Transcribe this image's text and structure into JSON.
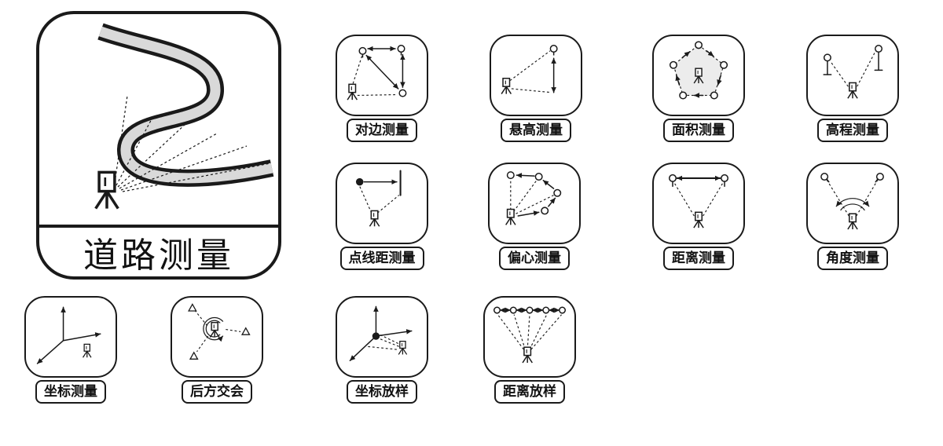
{
  "background": "#ffffff",
  "colors": {
    "ink": "#1a1a1a",
    "road_fill": "#d9d9d9",
    "area_fill": "#ececec"
  },
  "main_tile": {
    "label": "道路测量",
    "icon": "road-survey-icon"
  },
  "tiles": [
    {
      "label": "对边测量",
      "icon": "missing-line-icon"
    },
    {
      "label": "悬高测量",
      "icon": "remote-elevation-icon"
    },
    {
      "label": "面积测量",
      "icon": "area-measurement-icon"
    },
    {
      "label": "高程测量",
      "icon": "elevation-measurement-icon"
    },
    {
      "label": "点线距测量",
      "icon": "point-line-distance-icon"
    },
    {
      "label": "偏心测量",
      "icon": "offset-measurement-icon"
    },
    {
      "label": "距离测量",
      "icon": "distance-measurement-icon"
    },
    {
      "label": "角度测量",
      "icon": "angle-measurement-icon"
    },
    {
      "label": "坐标测量",
      "icon": "coordinate-measurement-icon"
    },
    {
      "label": "后方交会",
      "icon": "resection-icon"
    },
    {
      "label": "坐标放样",
      "icon": "coordinate-stakeout-icon"
    },
    {
      "label": "距离放样",
      "icon": "distance-stakeout-icon"
    }
  ]
}
